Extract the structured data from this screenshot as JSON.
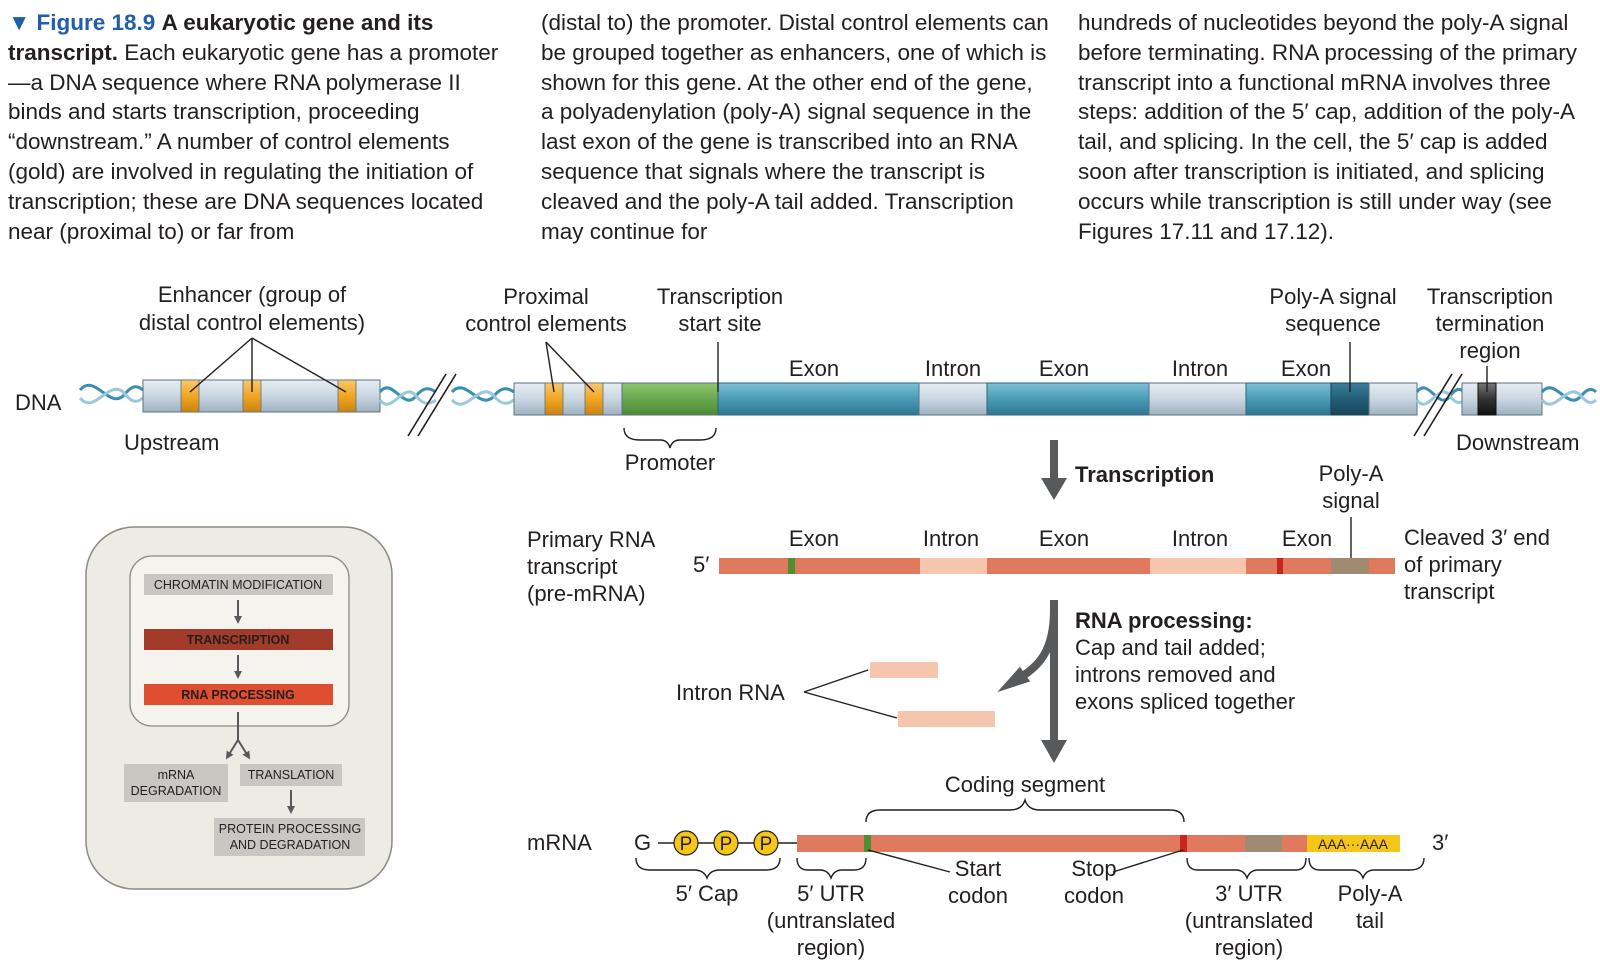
{
  "caption": {
    "figure_label": "▼ Figure 18.9",
    "figure_title": "A eukaryotic gene and its transcript.",
    "col1_body": "Each eukaryotic gene has a promoter—a DNA sequence where RNA polymerase II binds and starts transcription, proceeding “downstream.” A number of control elements (gold) are involved in regulating the initiation of transcription; these are DNA sequences located near (proximal to) or far from",
    "col2": "(distal to) the promoter. Distal control elements can be grouped together as enhancers, one of which is shown for this gene. At the other end of the gene, a polyadenylation (poly-A) signal sequence in the last exon of the gene is transcribed into an RNA sequence that signals where the transcript is cleaved and the poly-A tail added. Transcription may continue for",
    "col3": "hundreds of nucleotides beyond the poly-A signal before terminating. RNA processing of the primary transcript into a functional mRNA involves three steps: addition of the 5′ cap, addition of the poly-A tail, and splicing. In the cell, the 5′ cap is added soon after transcription is initiated, and splicing occurs while transcription is still under way (see Figures 17.11 and 17.12)."
  },
  "dna": {
    "label": "DNA",
    "enhancer_line1": "Enhancer (group of",
    "enhancer_line2": "distal control elements)",
    "proximal_line1": "Proximal",
    "proximal_line2": "control elements",
    "tss_line1": "Transcription",
    "tss_line2": "start site",
    "polya_signal_line1": "Poly-A signal",
    "polya_signal_line2": "sequence",
    "termination_line1": "Transcription",
    "termination_line2": "termination",
    "termination_line3": "region",
    "upstream": "Upstream",
    "downstream": "Downstream",
    "promoter": "Promoter",
    "segments": [
      "Exon",
      "Intron",
      "Exon",
      "Intron",
      "Exon"
    ]
  },
  "transcription_step": "Transcription",
  "pre_mrna": {
    "label_line1": "Primary RNA",
    "label_line2": "transcript",
    "label_line3": "(pre-mRNA)",
    "five_prime": "5′",
    "segments": [
      "Exon",
      "Intron",
      "Exon",
      "Intron",
      "Exon"
    ],
    "polya_line1": "Poly-A",
    "polya_line2": "signal",
    "cleaved_line1": "Cleaved 3′ end",
    "cleaved_line2": "of primary",
    "cleaved_line3": "transcript"
  },
  "processing": {
    "title": "RNA processing:",
    "line1": "Cap and tail added;",
    "line2": "introns removed and",
    "line3": "exons spliced together",
    "intron_rna": "Intron RNA"
  },
  "mrna": {
    "label": "mRNA",
    "g": "G",
    "p": "P",
    "tail_text": "AAA···AAA",
    "three_prime": "3′",
    "coding_segment": "Coding segment",
    "cap": "5′ Cap",
    "utr5_line1": "5′ UTR",
    "utr5_line2": "(untranslated",
    "utr5_line3": "region)",
    "start_line1": "Start",
    "start_line2": "codon",
    "stop_line1": "Stop",
    "stop_line2": "codon",
    "utr3_line1": "3′ UTR",
    "utr3_line2": "(untranslated",
    "utr3_line3": "region)",
    "tail_line1": "Poly-A",
    "tail_line2": "tail"
  },
  "mini_flowchart": {
    "chromatin": "CHROMATIN MODIFICATION",
    "transcription": "TRANSCRIPTION",
    "rna_processing": "RNA PROCESSING",
    "degradation_line1": "mRNA",
    "degradation_line2": "DEGRADATION",
    "translation": "TRANSLATION",
    "protein_line1": "PROTEIN PROCESSING",
    "protein_line2": "AND DEGRADATION"
  },
  "colors": {
    "dna_gray": "#c9d6e1",
    "exon_blue": "#4a9bb5",
    "promoter_green": "#6aa84f",
    "control_gold": "#f2a623",
    "rna_exon": "#e07a5f",
    "rna_intron": "#f5c6ad",
    "polya_signal": "#a08a70",
    "tail_yellow": "#f5c518",
    "flow_dark_red": "#a23b2a",
    "flow_red": "#e04e32",
    "flow_gray": "#c8c7c2"
  }
}
